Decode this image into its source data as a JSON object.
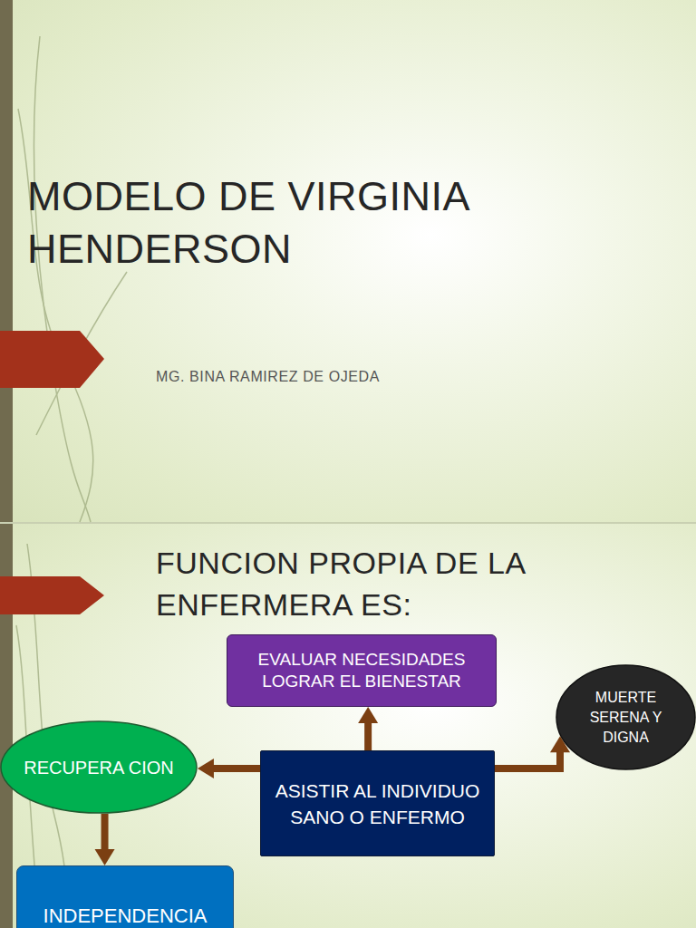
{
  "diagram": {
    "title": "MODELO DE VIRGINIA HENDERSON",
    "nodes": [
      {
        "text": [
          "EVALUAR NECESIDADES LOGRAR EL BIENESTAR"
        ]
      },
      {
        "text": [
          "RECUPERA CION"
        ]
      },
      {
        "text": [
          "ASISTIR AL INDIVIDUO SANO O ENFERMO"
        ]
      },
      {
        "text": [
          "MUERTE SERENA Y DIGNA"
        ]
      },
      {
        "text": [
          "INDEPENDENCIA"
        ]
      }
    ],
    "edges": [
      {
        "from": 2,
        "to": 0,
        "arrow": "to"
      },
      {
        "from": 2,
        "to": 1,
        "arrow": "to"
      },
      {
        "from": 2,
        "to": 3,
        "arrow": "to"
      },
      {
        "from": 1,
        "to": 4,
        "arrow": "to"
      }
    ],
    "labels": [
      "MG. BINA RAMIREZ DE OJEDA",
      "FUNCION PROPIA DE LA ENFERMERA ES:"
    ]
  }
}
